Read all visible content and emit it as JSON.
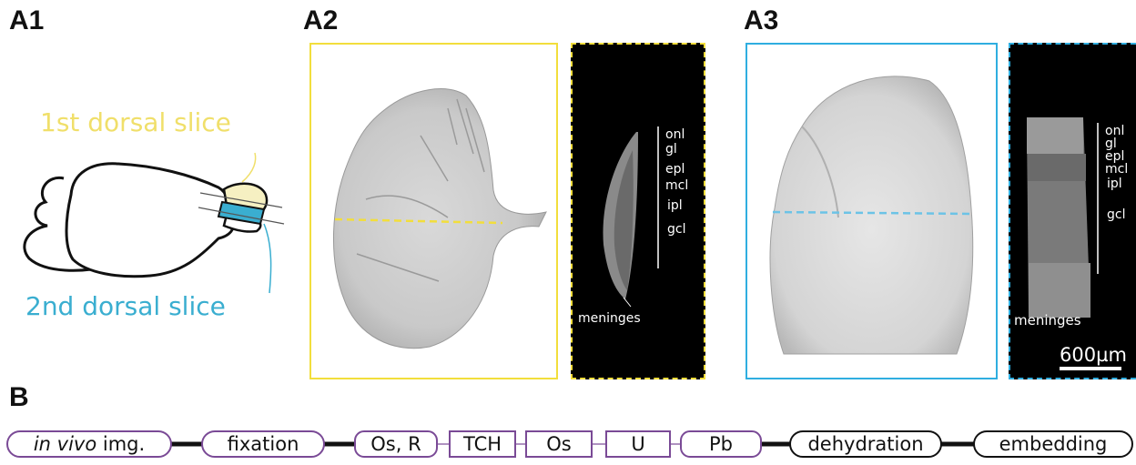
{
  "panels": {
    "a1": "A1",
    "a2": "A2",
    "a3": "A3",
    "b": "B"
  },
  "slices": {
    "first": "1st dorsal slice",
    "second": "2nd dorsal slice",
    "first_color": "#f0df6a",
    "second_color": "#3aaed0"
  },
  "a2_layers": {
    "onl": "onl",
    "gl": "gl",
    "epl": "epl",
    "mcl": "mcl",
    "ipl": "ipl",
    "gcl": "gcl",
    "meninges": "meninges"
  },
  "a3_layers": {
    "onl": "onl",
    "gl": "gl",
    "epl": "epl",
    "mcl": "mcl",
    "ipl": "ipl",
    "gcl": "gcl",
    "meninges": "meninges",
    "scale": "600µm"
  },
  "pipeline": {
    "step1_italic": "in vivo",
    "step1_rest": " img.",
    "step2": "fixation",
    "step3": "Os, R",
    "step4": "TCH",
    "step5": "Os",
    "step6": "U",
    "step7": "Pb",
    "step8": "dehydration",
    "step9": "embedding",
    "purple": "#7a4a96"
  }
}
